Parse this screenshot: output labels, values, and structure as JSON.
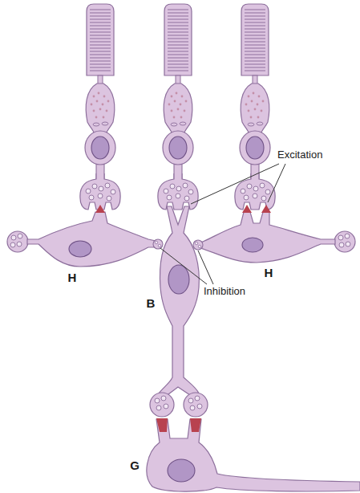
{
  "diagram": {
    "labels": [
      "Excitation",
      "H",
      "Inhibition",
      "H",
      "B",
      "G"
    ]
  }
}
